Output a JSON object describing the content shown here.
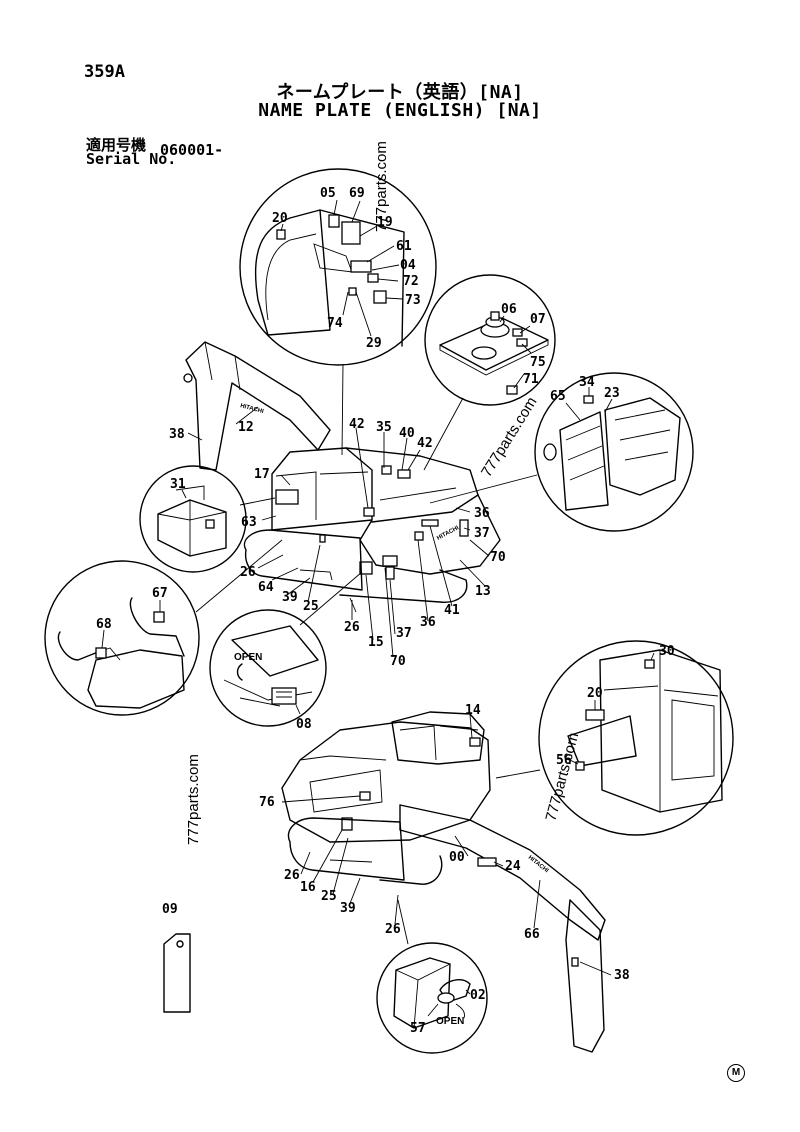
{
  "header": {
    "page_code": "359A",
    "title_jp": "ネームプレート（英語）[NA]",
    "title_en": "NAME PLATE (ENGLISH) [NA]",
    "serial_label_jp": "適用号機",
    "serial_label_en": "Serial No.",
    "serial_value": "060001-"
  },
  "watermark": "777parts.com",
  "brand": "HITACHI",
  "open_label": "OPEN",
  "parts": {
    "p00": "00",
    "p02": "02",
    "p04": "04",
    "p05": "05",
    "p06": "06",
    "p07": "07",
    "p08": "08",
    "p09": "09",
    "p12": "12",
    "p13": "13",
    "p14": "14",
    "p15": "15",
    "p16": "16",
    "p17": "17",
    "p19": "19",
    "p20": "20",
    "p23": "23",
    "p24": "24",
    "p25": "25",
    "p26": "26",
    "p29": "29",
    "p30": "30",
    "p31": "31",
    "p34": "34",
    "p35": "35",
    "p36": "36",
    "p37": "37",
    "p38": "38",
    "p39": "39",
    "p40": "40",
    "p41": "41",
    "p42": "42",
    "p56": "56",
    "p57": "57",
    "p61": "61",
    "p63": "63",
    "p64": "64",
    "p65": "65",
    "p66": "66",
    "p67": "67",
    "p68": "68",
    "p69": "69",
    "p70": "70",
    "p71": "71",
    "p72": "72",
    "p73": "73",
    "p74": "74",
    "p75": "75",
    "p76": "76"
  },
  "corner_mark": "M"
}
